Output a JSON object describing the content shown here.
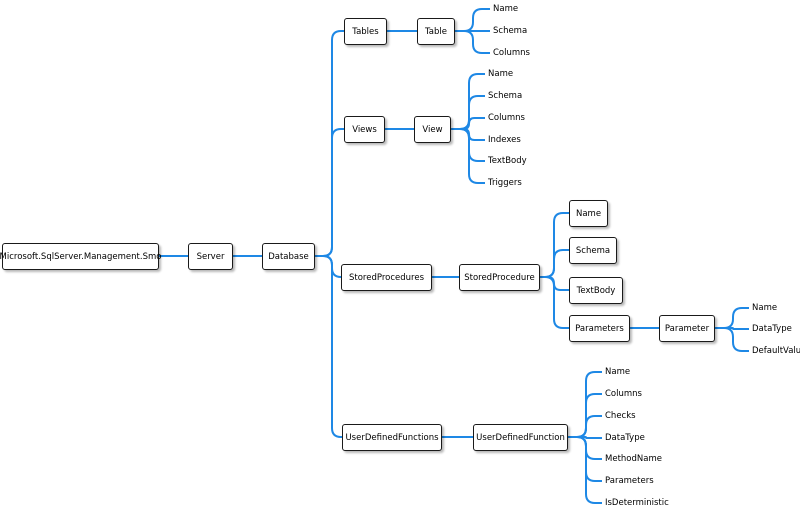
{
  "diagram": {
    "line_color": "#1e88e5",
    "root": "Microsoft.SqlServer.Management.Smo",
    "server": "Server",
    "database": "Database",
    "tables": {
      "label": "Tables",
      "child": "Table",
      "leaves": [
        "Name",
        "Schema",
        "Columns"
      ]
    },
    "views": {
      "label": "Views",
      "child": "View",
      "leaves": [
        "Name",
        "Schema",
        "Columns",
        "Indexes",
        "TextBody",
        "Triggers"
      ]
    },
    "stored_procedures": {
      "label": "StoredProcedures",
      "child": "StoredProcedure",
      "boxed_children": [
        "Name",
        "Schema",
        "TextBody",
        "Parameters"
      ],
      "parameter": "Parameter",
      "parameter_leaves": [
        "Name",
        "DataType",
        "DefaultValue"
      ]
    },
    "udfs": {
      "label": "UserDefinedFunctions",
      "child": "UserDefinedFunction",
      "leaves": [
        "Name",
        "Columns",
        "Checks",
        "DataType",
        "MethodName",
        "Parameters",
        "IsDeterministic"
      ]
    }
  }
}
